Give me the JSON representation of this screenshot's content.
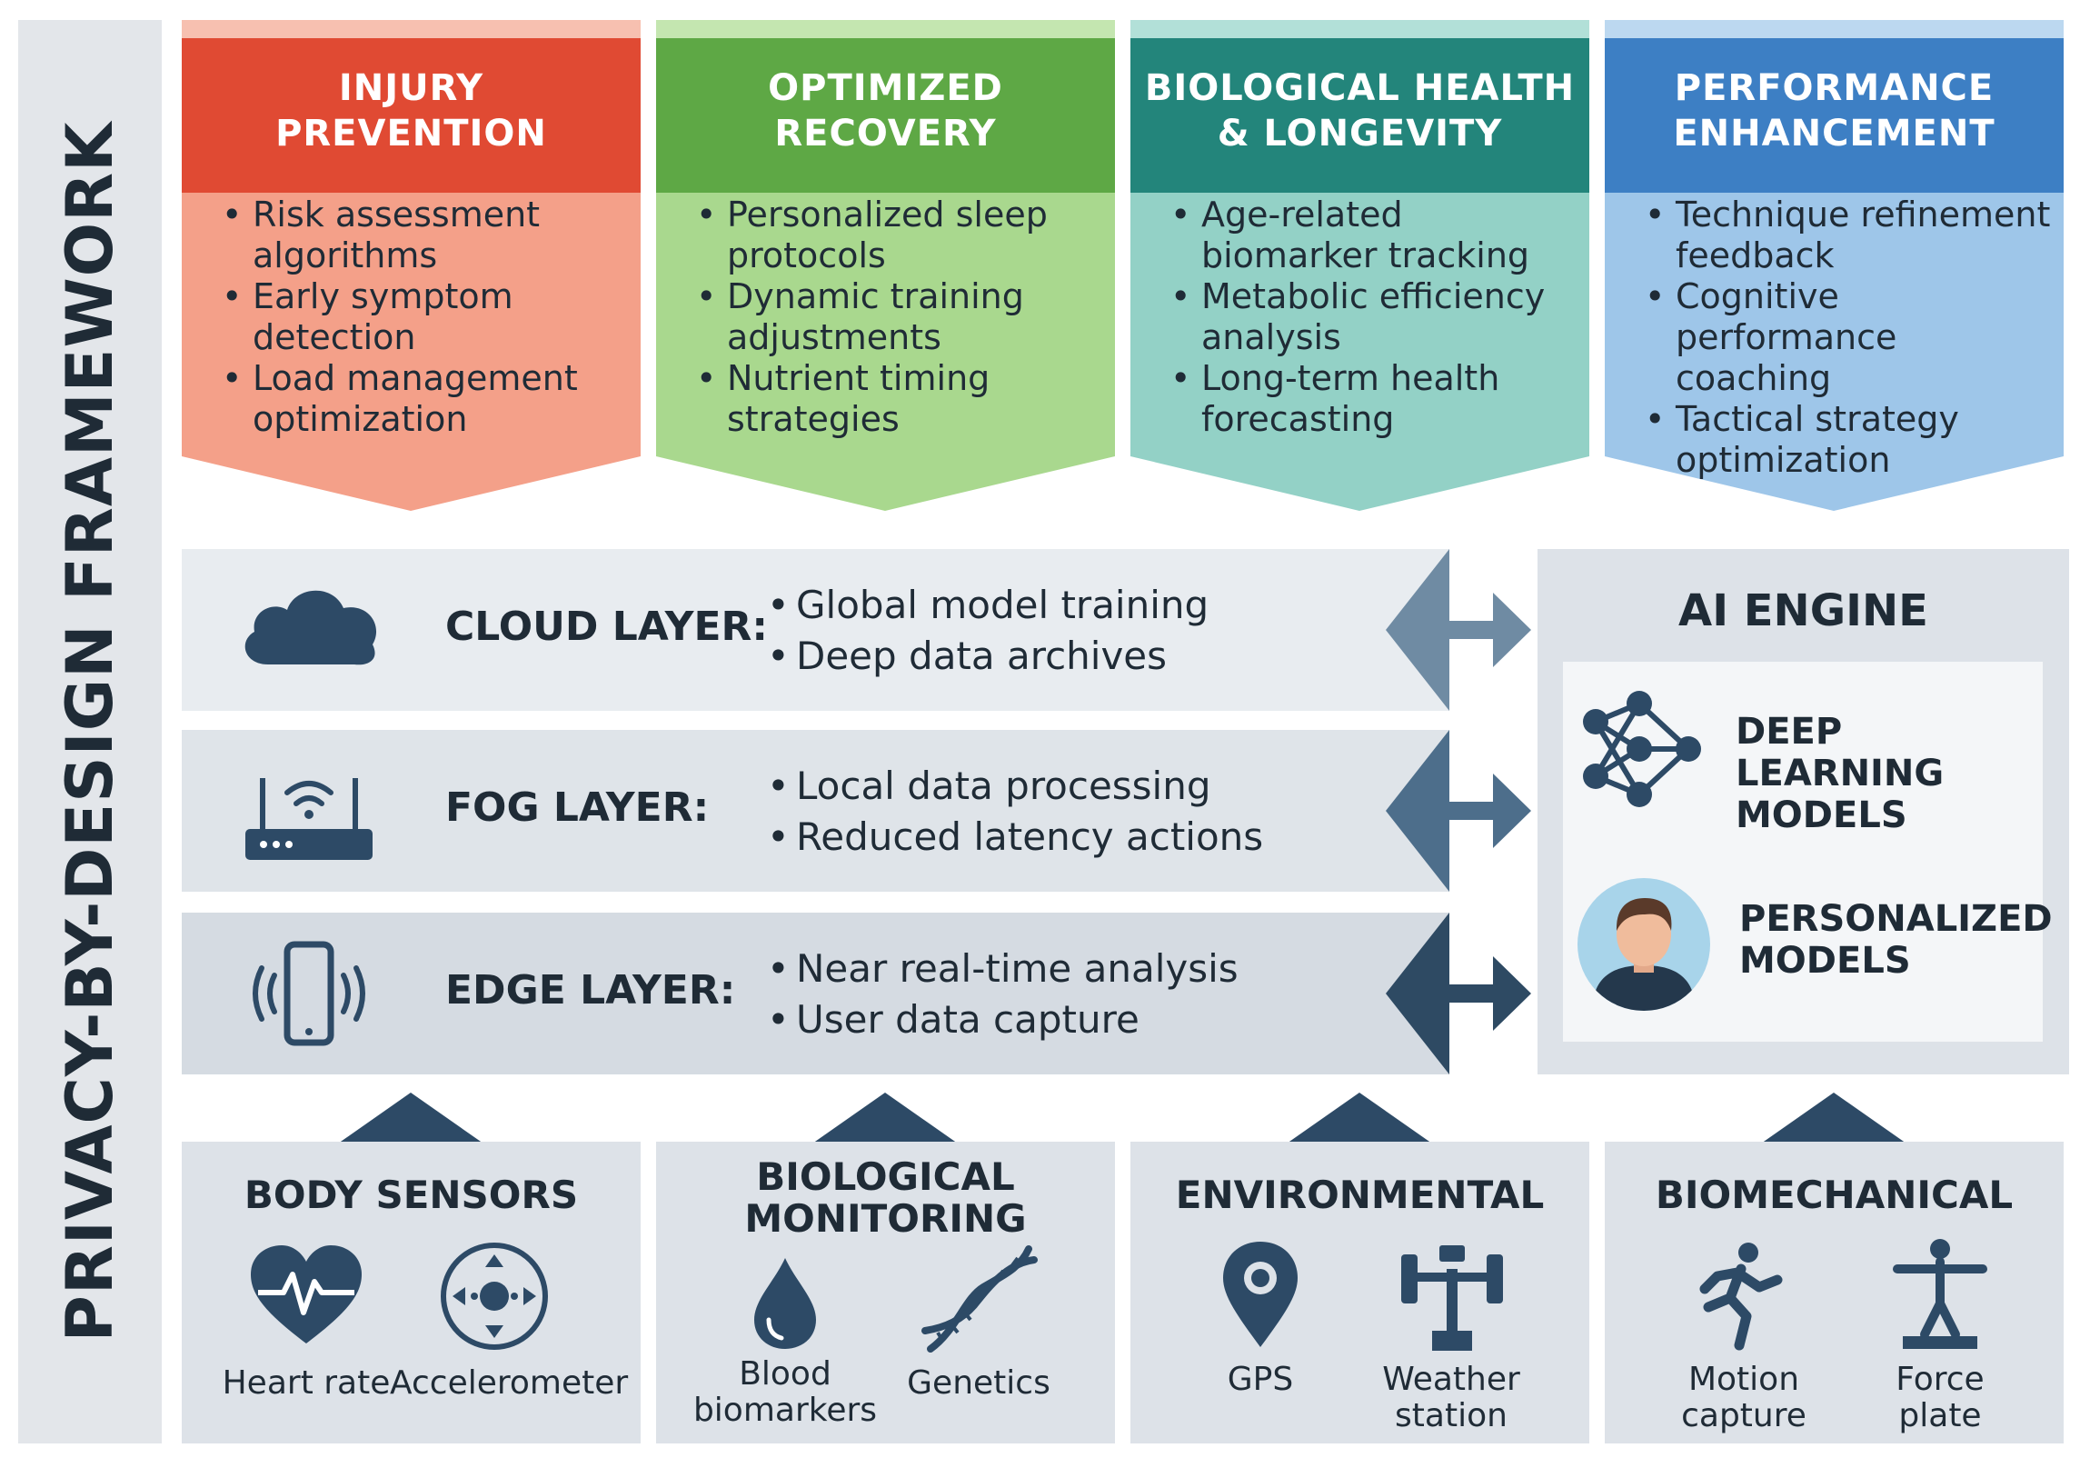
{
  "framework_label": "PRIVACY-BY-DESIGN FRAMEWORK",
  "goals": [
    {
      "title": "INJURY\nPREVENTION",
      "top_color": "#e04a33",
      "body_color": "#f4a089",
      "items": [
        "Risk assessment algorithms",
        "Early symptom detection",
        "Load management optimization"
      ]
    },
    {
      "title": "OPTIMIZED\nRECOVERY",
      "top_color": "#5ea845",
      "body_color": "#a9d88e",
      "items": [
        "Personalized sleep protocols",
        "Dynamic training adjustments",
        "Nutrient timing strategies"
      ]
    },
    {
      "title": "BIOLOGICAL HEALTH\n& LONGEVITY",
      "top_color": "#23857b",
      "body_color": "#93d1c6",
      "items": [
        "Age-related biomarker tracking",
        "Metabolic efficiency analysis",
        "Long-term health forecasting"
      ]
    },
    {
      "title": "PERFORMANCE\nENHANCEMENT",
      "top_color": "#3d7fc4",
      "body_color": "#9ec6e9",
      "items": [
        "Technique refinement feedback",
        "Cognitive performance coaching",
        "Tactical strategy optimization"
      ]
    }
  ],
  "layers": [
    {
      "icon": "cloud-icon",
      "title": "CLOUD LAYER:",
      "items": [
        "Global model training",
        "Deep data archives"
      ],
      "bg": "#e8ecf0",
      "arrow_color": "#6f8ba3"
    },
    {
      "icon": "router-icon",
      "title": "FOG LAYER:",
      "items": [
        "Local data processing",
        "Reduced latency actions"
      ],
      "bg": "#dfe4e9",
      "arrow_color": "#4d6e8b"
    },
    {
      "icon": "smartphone-icon",
      "title": "EDGE LAYER:",
      "items": [
        "Near real-time analysis",
        "User data capture"
      ],
      "bg": "#d5dbe2",
      "arrow_color": "#2e4a63"
    }
  ],
  "ai_engine": {
    "title": "AI ENGINE",
    "models": [
      {
        "icon": "neural-network-icon",
        "label": "DEEP LEARNING\nMODELS"
      },
      {
        "icon": "user-avatar-icon",
        "label": "PERSONALIZED\nMODELS"
      }
    ]
  },
  "sources": [
    {
      "title": "BODY SENSORS",
      "items": [
        {
          "icon": "heart-rate-icon",
          "label": "Heart rate"
        },
        {
          "icon": "accelerometer-icon",
          "label": "Accelerometer"
        }
      ]
    },
    {
      "title": "BIOLOGICAL\nMONITORING",
      "items": [
        {
          "icon": "blood-drop-icon",
          "label": "Blood\nbiomarkers"
        },
        {
          "icon": "dna-icon",
          "label": "Genetics"
        }
      ]
    },
    {
      "title": "ENVIRONMENTAL",
      "items": [
        {
          "icon": "gps-pin-icon",
          "label": "GPS"
        },
        {
          "icon": "weather-station-icon",
          "label": "Weather\nstation"
        }
      ]
    },
    {
      "title": "BIOMECHANICAL",
      "items": [
        {
          "icon": "running-person-icon",
          "label": "Motion\ncapture"
        },
        {
          "icon": "force-plate-icon",
          "label": "Force\nplate"
        }
      ]
    }
  ],
  "colors": {
    "dark_navy": "#2d4a66",
    "text": "#1f2b36"
  }
}
